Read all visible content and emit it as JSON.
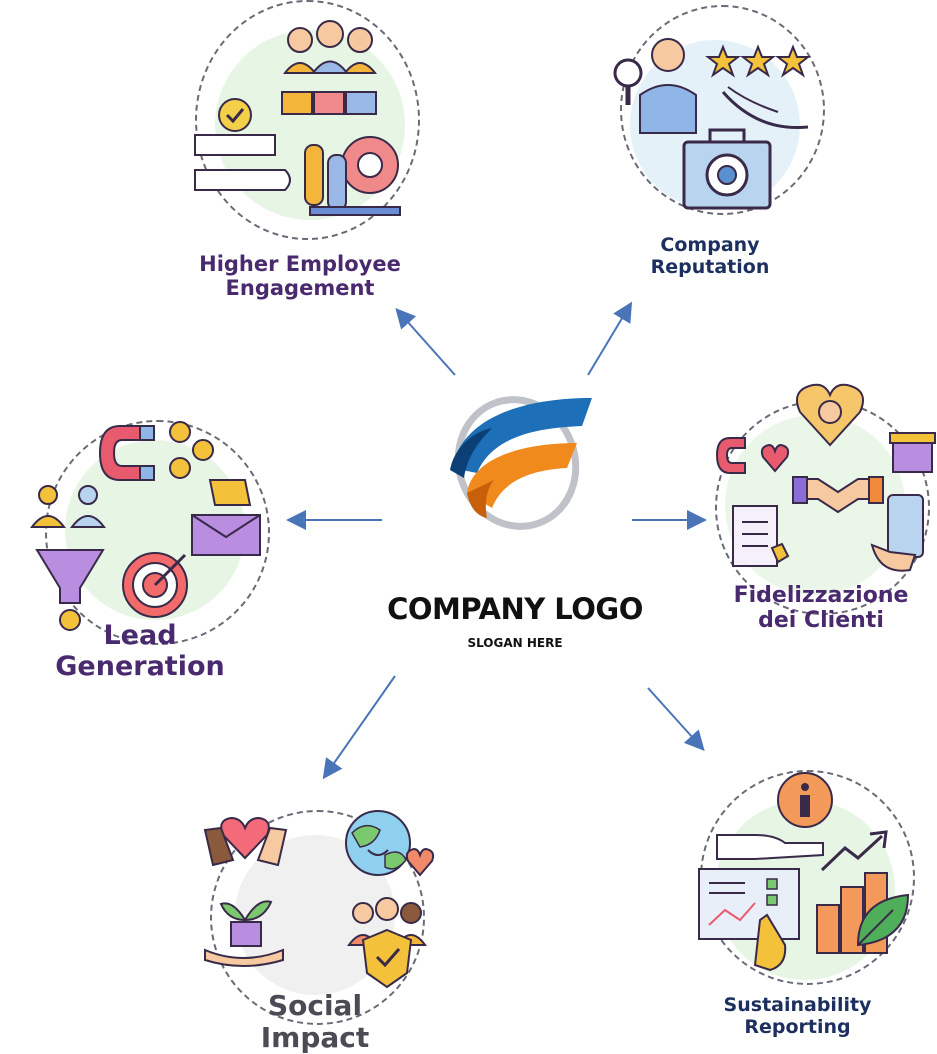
{
  "center": {
    "title": "COMPANY LOGO",
    "slogan": "SLOGAN HERE"
  },
  "nodes": {
    "engagement": {
      "line1": "Higher Employee",
      "line2": "Engagement"
    },
    "reputation": {
      "line1": "Company",
      "line2": "Reputation"
    },
    "lead": {
      "line1": "Lead",
      "line2": "Generation"
    },
    "fidelizzazione": {
      "line1": "Fidelizzazione",
      "line2": "dei Clienti"
    },
    "social": {
      "line1": "Social",
      "line2": "Impact"
    },
    "sustainability": {
      "line1": "Sustainability",
      "line2": "Reporting"
    }
  },
  "colors": {
    "arrow": "#4a74b8",
    "logo_blue": "#1d6fb8",
    "logo_orange": "#f08a1c",
    "purple_label": "#4a2a6e",
    "navy_label": "#1c2f5e"
  },
  "icons": [
    "team-icon",
    "puzzle-icon",
    "checkmark-icon",
    "handshake-hands-icon",
    "gear-icon",
    "magnifier-person-icon",
    "stars-icon",
    "briefcase-eye-icon",
    "magnet-icon",
    "coins-icon",
    "people-icon",
    "funnel-icon",
    "envelope-megaphone-icon",
    "target-icon",
    "heart-portrait-icon",
    "gift-icon",
    "handshake-icon",
    "clipboard-icon",
    "phone-review-icon",
    "hands-heart-icon",
    "smiling-earth-icon",
    "plant-hand-icon",
    "group-shield-icon",
    "info-icon",
    "hand-icon",
    "report-chart-icon",
    "growth-bars-icon",
    "leaf-icon"
  ]
}
